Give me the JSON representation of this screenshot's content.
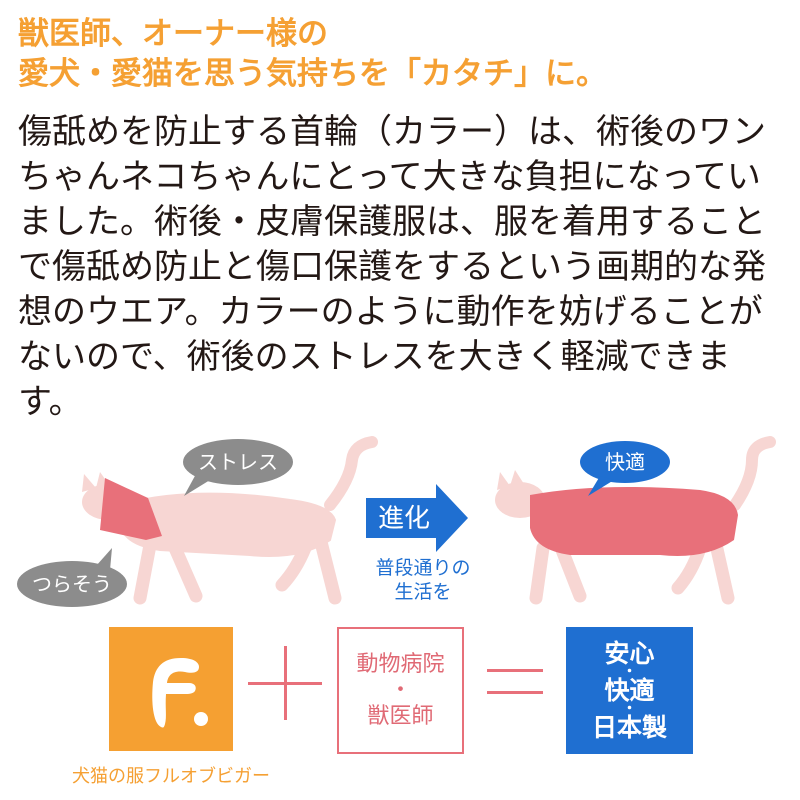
{
  "headline": {
    "line1": "獣医師、オーナー様の",
    "line2": "愛犬・愛猫を思う気持ちを「カタチ」に。"
  },
  "body": {
    "paragraph": "傷舐めを防止する首輪（カラー）は、術後のワンちゃんネコちゃんにとって大きな負担になっていました。術後・皮膚保護服は、服を着用することで傷舐め防止と傷口保護をするという画期的な発想のウエア。カラーのように動作を妨げることがないので、術後のストレスを大きく軽減できます。"
  },
  "illustration": {
    "bubble_stress": "ストレス",
    "bubble_painful": "つらそう",
    "arrow_label": "進化",
    "caption_line1": "普段通りの",
    "caption_line2": "生活を",
    "bubble_comfort": "快適"
  },
  "equation": {
    "logo_caption": "犬猫の服フルオブビガー",
    "vet_line1": "動物病院",
    "vet_sep": "・",
    "vet_line2": "獣医師",
    "result_line1": "安心",
    "result_sep": "・",
    "result_line2": "快適",
    "result_line3": "日本製"
  },
  "colors": {
    "accent_orange": "#f5a033",
    "accent_blue": "#1f6fd1",
    "accent_pink": "#e8707a",
    "cat_body": "#f7d6d3",
    "garment": "#e8707a",
    "bubble_gray": "#8c8c8c",
    "text_dark": "#231815"
  }
}
